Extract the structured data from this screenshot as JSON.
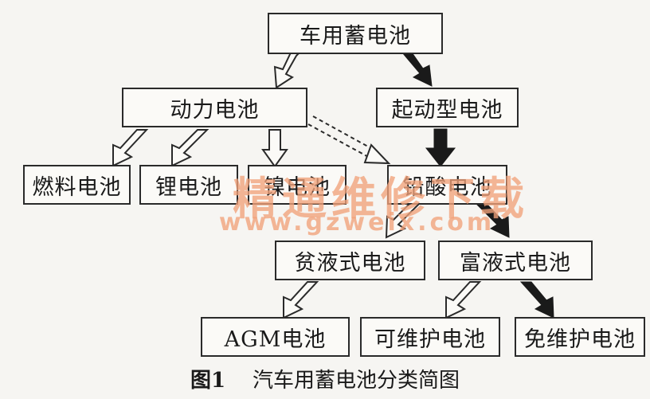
{
  "nodes": {
    "root": "车用蓄电池",
    "power": "动力电池",
    "starter": "起动型电池",
    "fuel": "燃料电池",
    "lithium": "锂电池",
    "nickel": "镍电池",
    "leadacid": "铅酸电池",
    "lean": "贫液式电池",
    "flooded": "富液式电池",
    "agm": "AGM电池",
    "maintainable": "可维护电池",
    "maintfree": "免维护电池"
  },
  "caption": {
    "figure": "图1",
    "title": "汽车用蓄电池分类简图"
  },
  "watermark": {
    "name": "精通维修下载",
    "url": "www.gzweix.com"
  },
  "colors": {
    "border": "#2a2a2a",
    "filled_arrow": "#1a1a1a",
    "outline_arrow": "#2a2a2a",
    "watermark": "#f2a27a"
  }
}
